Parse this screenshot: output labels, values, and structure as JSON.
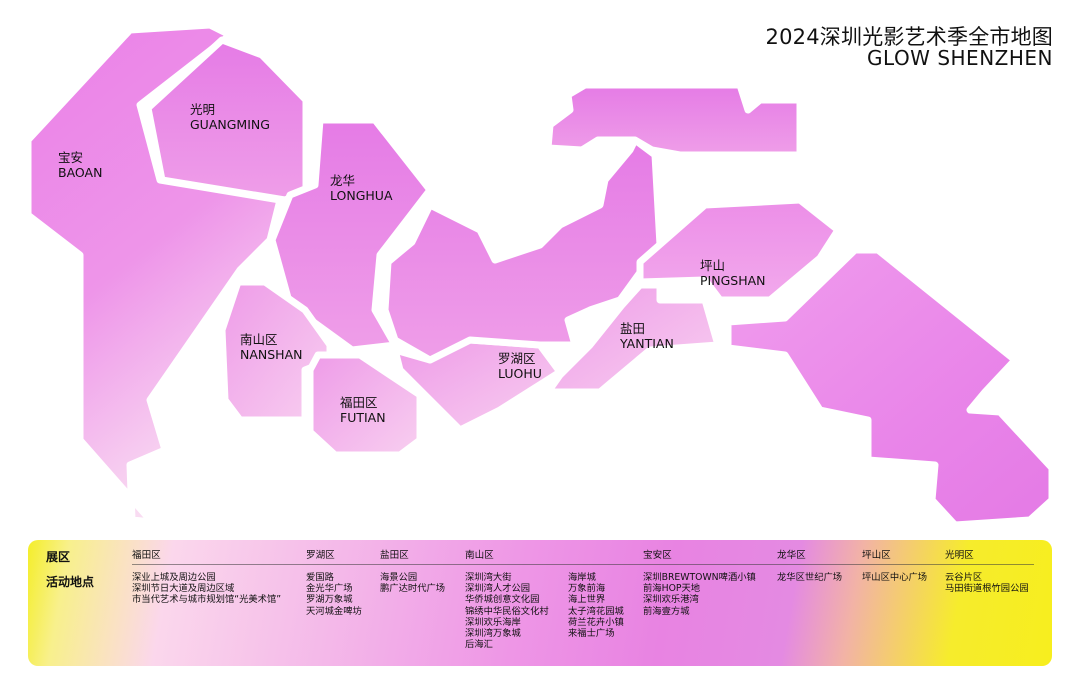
{
  "header": {
    "title_zh": "2024深圳光影艺术季全市地图",
    "title_en": "GLOW SHENZHEN"
  },
  "colors": {
    "magenta": "#e97ae6",
    "light_pink": "#f7d2ef",
    "yellow": "#f5ed1f"
  },
  "map": {
    "districts": [
      {
        "id": "baoan",
        "zh": "宝安",
        "en": "BAOAN"
      },
      {
        "id": "guangming",
        "zh": "光明",
        "en": "GUANGMING"
      },
      {
        "id": "longhua",
        "zh": "龙华",
        "en": "LONGHUA"
      },
      {
        "id": "pingshan",
        "zh": "坪山",
        "en": "PINGSHAN"
      },
      {
        "id": "nanshan",
        "zh": "南山区",
        "en": "NANSHAN"
      },
      {
        "id": "yantian",
        "zh": "盐田",
        "en": "YANTIAN"
      },
      {
        "id": "luohu",
        "zh": "罗湖区",
        "en": "LUOHU"
      },
      {
        "id": "futian",
        "zh": "福田区",
        "en": "FUTIAN"
      }
    ]
  },
  "legend": {
    "row_district": "展区",
    "row_venues": "活动地点",
    "columns": [
      {
        "district": "福田区",
        "venues": [
          "深业上城及周边公园",
          "深圳节日大道及周边区域",
          "市当代艺术与城市规划馆“光美术馆”"
        ]
      },
      {
        "district": "罗湖区",
        "venues": [
          "爱国路",
          "金光华广场",
          "罗湖万象城",
          "天河城金啤坊"
        ]
      },
      {
        "district": "盐田区",
        "venues": [
          "海景公园",
          "鹏广达时代广场"
        ]
      },
      {
        "district": "南山区",
        "venues": [
          "深圳湾大街",
          "深圳湾人才公园",
          "华侨城创意文化园",
          "锦绣中华民俗文化村",
          "深圳欢乐海岸",
          "深圳湾万象城",
          "后海汇"
        ]
      },
      {
        "district": "",
        "venues": [
          "海岸城",
          "万象前海",
          "海上世界",
          "太子湾花园城",
          "荷兰花卉小镇",
          "来福士广场"
        ]
      },
      {
        "district": "宝安区",
        "venues": [
          "深圳BREWTOWN啤酒小镇",
          "前海HOP天地",
          "深圳欢乐港湾",
          "前海壹方城"
        ]
      },
      {
        "district": "龙华区",
        "venues": [
          "龙华区世纪广场"
        ]
      },
      {
        "district": "坪山区",
        "venues": [
          "坪山区中心广场"
        ]
      },
      {
        "district": "光明区",
        "venues": [
          "云谷片区",
          "马田街道根竹园公园"
        ]
      }
    ]
  }
}
